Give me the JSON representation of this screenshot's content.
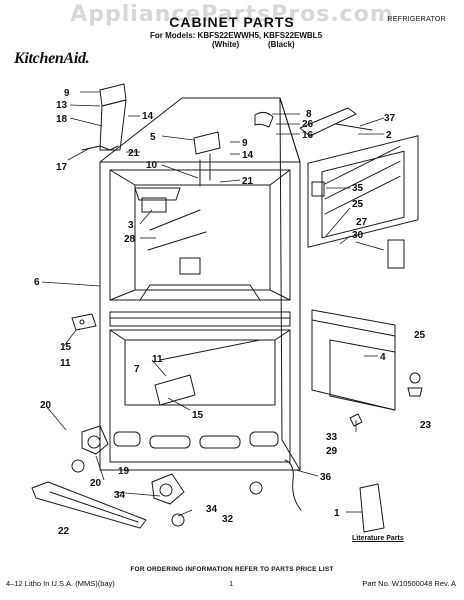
{
  "watermark": "AppliancePartsPros.com",
  "header": {
    "title": "CABINET PARTS",
    "category": "REFRIGERATOR",
    "models_line": "For Models: KBFS22EWWH5, KBFS22EWBL5",
    "variant_white": "(White)",
    "variant_black": "(Black)",
    "brand": "KitchenAid."
  },
  "callouts": [
    "9",
    "13",
    "14",
    "18",
    "17",
    "21",
    "5",
    "9",
    "14",
    "10",
    "3",
    "28",
    "21",
    "8",
    "26",
    "16",
    "37",
    "2",
    "35",
    "25",
    "27",
    "30",
    "6",
    "15",
    "11",
    "11",
    "7",
    "15",
    "4",
    "25",
    "23",
    "20",
    "19",
    "20",
    "34",
    "22",
    "34",
    "32",
    "33",
    "29",
    "36",
    "1"
  ],
  "literature_label": "Literature Parts",
  "footer": {
    "order_note": "FOR ORDERING INFORMATION REFER TO PARTS PRICE LIST",
    "left": "4–12 Litho In U.S.A. (MMS)(bay)",
    "center": "1",
    "right": "Part No. W10500048 Rev. A"
  },
  "colors": {
    "line": "#1a1a1a",
    "watermark": "#d8d8d8",
    "background": "#ffffff"
  }
}
